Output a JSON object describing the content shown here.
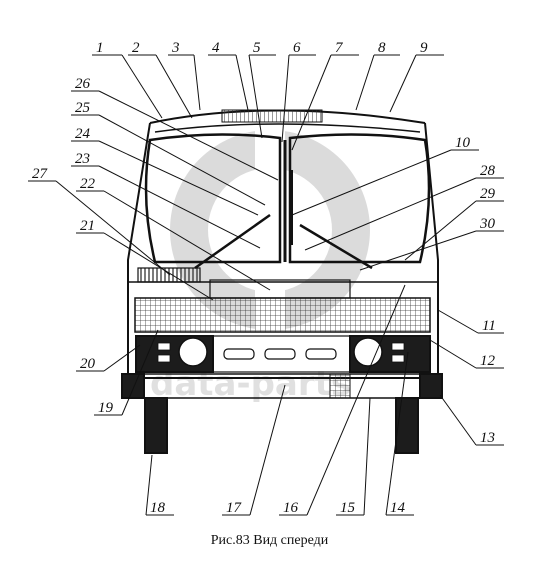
{
  "caption": "Рис.83 Вид спереди",
  "watermark": "data-parts",
  "callouts": [
    "1",
    "2",
    "3",
    "4",
    "5",
    "6",
    "7",
    "8",
    "9",
    "10",
    "11",
    "12",
    "13",
    "14",
    "15",
    "16",
    "17",
    "18",
    "19",
    "20",
    "21",
    "22",
    "23",
    "24",
    "25",
    "26",
    "27",
    "28",
    "29",
    "30"
  ]
}
